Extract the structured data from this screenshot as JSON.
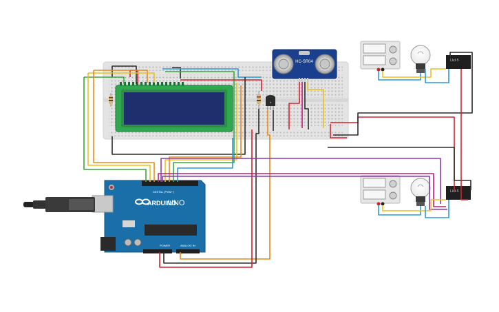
{
  "components": {
    "ultrasonic": {
      "label": "HC-SR04"
    },
    "arduino": {
      "logo": "ARDUINO",
      "model": "UNO",
      "digital_label": "DIGITAL (PWM~)",
      "power_label": "POWER",
      "analog_label": "ANALOG IN"
    },
    "relay_top": {
      "label": "Lkd-5"
    },
    "relay_bottom": {
      "label": "Lkd-5"
    },
    "transistor": {
      "label": "Ir"
    }
  },
  "colors": {
    "breadboard": "#e6e6e6",
    "lcd_frame": "#2fa84f",
    "lcd_screen": "#1f2f6e",
    "arduino_board": "#1a6fa8",
    "ultrasonic_board": "#1a3f8f",
    "wire_red": "#d3212d",
    "wire_black": "#2a2a2a",
    "wire_yellow": "#e8c21a",
    "wire_orange": "#e88a1a",
    "wire_green": "#3aa63a",
    "wire_blue": "#2a9ad8",
    "wire_purple": "#8a3aa8",
    "wire_magenta": "#c2187a"
  }
}
